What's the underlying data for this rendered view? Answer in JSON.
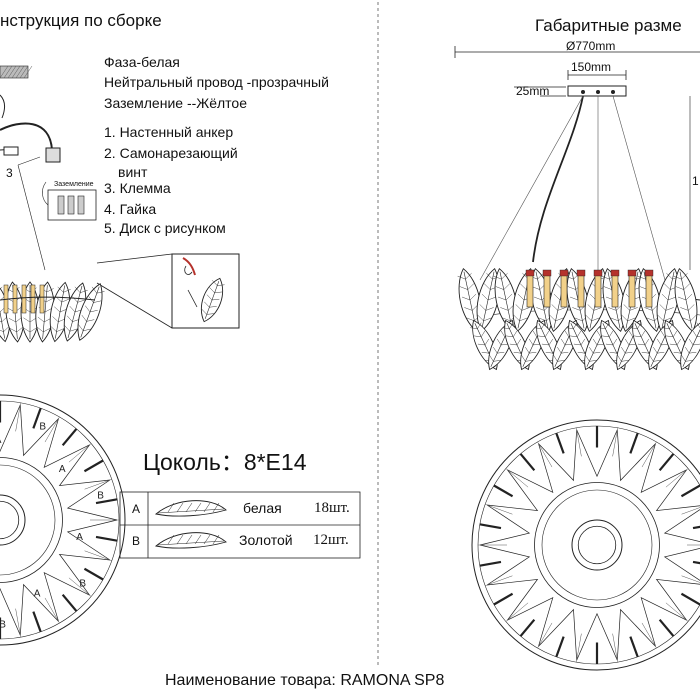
{
  "titles": {
    "assembly": "нструкция по сборке",
    "dimensions": "Габаритные разме"
  },
  "wiring": [
    "Фаза-белая",
    "Нейтральный провод -прозрачный",
    "Заземление --Жёлтое"
  ],
  "parts": [
    "1. Настенный анкер",
    "2. Самонарезающий",
    "винт",
    "3. Клемма",
    "4. Гайка",
    "5. Диск с рисунком"
  ],
  "callout_label": "3",
  "terminal_label": "Заземление",
  "dims": {
    "diameter": "Ø770mm",
    "canopy": "150mm",
    "thickness": "25mm",
    "height_partial": "1"
  },
  "socket": "Цоколь：8*E14",
  "leaf_table": [
    {
      "key": "A",
      "color": "белая",
      "qty": "18шт."
    },
    {
      "key": "B",
      "color": "Золотой",
      "qty": "12шт."
    }
  ],
  "ring_labels": [
    "A",
    "B"
  ],
  "product": "Наименование товара: RAMONA SP8"
}
